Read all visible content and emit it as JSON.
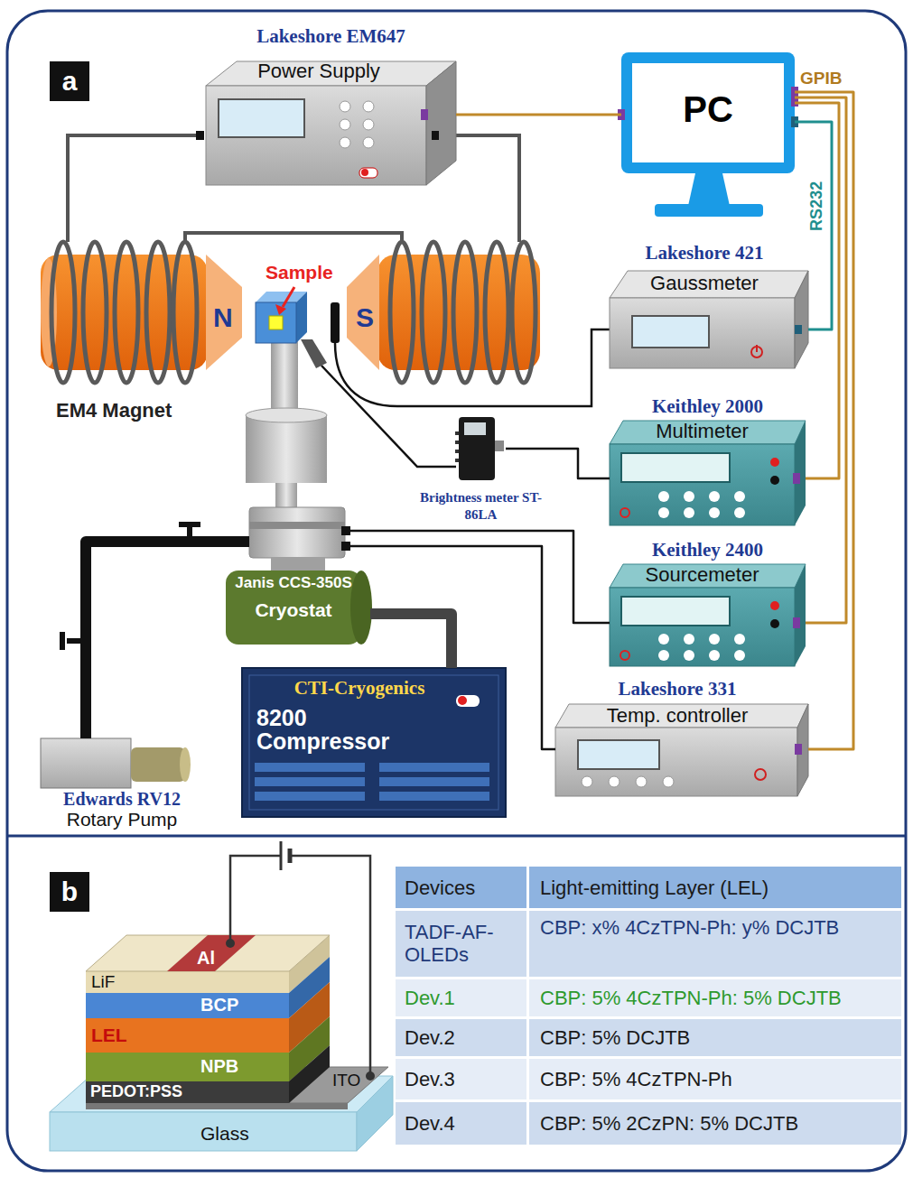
{
  "diagram": {
    "nodes": [
      {
        "text": [
          "Lakeshore EM647",
          "Power Supply"
        ]
      },
      {
        "text": [
          "PC"
        ]
      },
      {
        "text": [
          "Lakeshore 421",
          "Gaussmeter"
        ]
      },
      {
        "text": [
          "Brightness meter ST-86LA"
        ]
      },
      {
        "text": [
          "Keithley 2000",
          "Multimeter"
        ]
      },
      {
        "text": [
          "Keithley 2400",
          "Sourcemeter"
        ]
      },
      {
        "text": [
          "Janis CCS-350S",
          "Cryostat"
        ]
      },
      {
        "text": [
          "Lakeshore 331",
          "Temp. controller"
        ]
      },
      {
        "text": [
          "CTI-Cryogenics",
          "8200 Compressor"
        ]
      },
      {
        "text": [
          "Edwards RV12",
          "Rotary Pump"
        ]
      }
    ],
    "edges": [
      {
        "from": 0,
        "to": 1,
        "arrow": "none"
      },
      {
        "from": 1,
        "to": 2,
        "arrow": "none"
      },
      {
        "from": 1,
        "to": 4,
        "arrow": "none"
      },
      {
        "from": 1,
        "to": 5,
        "arrow": "none"
      },
      {
        "from": 1,
        "to": 7,
        "arrow": "none"
      },
      {
        "from": 3,
        "to": 4,
        "arrow": "none"
      },
      {
        "from": 6,
        "to": 5,
        "arrow": "none"
      },
      {
        "from": 6,
        "to": 7,
        "arrow": "none"
      },
      {
        "from": 6,
        "to": 8,
        "arrow": "none"
      },
      {
        "from": 6,
        "to": 9,
        "arrow": "none"
      }
    ],
    "labels": [
      "a",
      "GPIB",
      "RS232",
      "Sample",
      "N",
      "S",
      "EM4 Magnet",
      "b",
      "Al",
      "LiF",
      "BCP",
      "LEL",
      "NPB",
      "ITO",
      "PEDOT:PSS",
      "Glass",
      "Devices",
      "Light-emitting Layer (LEL)",
      "TADF-AF-OLEDs",
      "CBP: x% 4CzTPN-Ph: y% DCJTB",
      "Dev.1",
      "CBP: 5% 4CzTPN-Ph: 5% DCJTB",
      "Dev.2",
      "CBP: 5% DCJTB",
      "Dev.3",
      "CBP: 5% 4CzTPN-Ph",
      "Dev.4",
      "CBP: 5% 2CzPN: 5% DCJTB"
    ]
  }
}
